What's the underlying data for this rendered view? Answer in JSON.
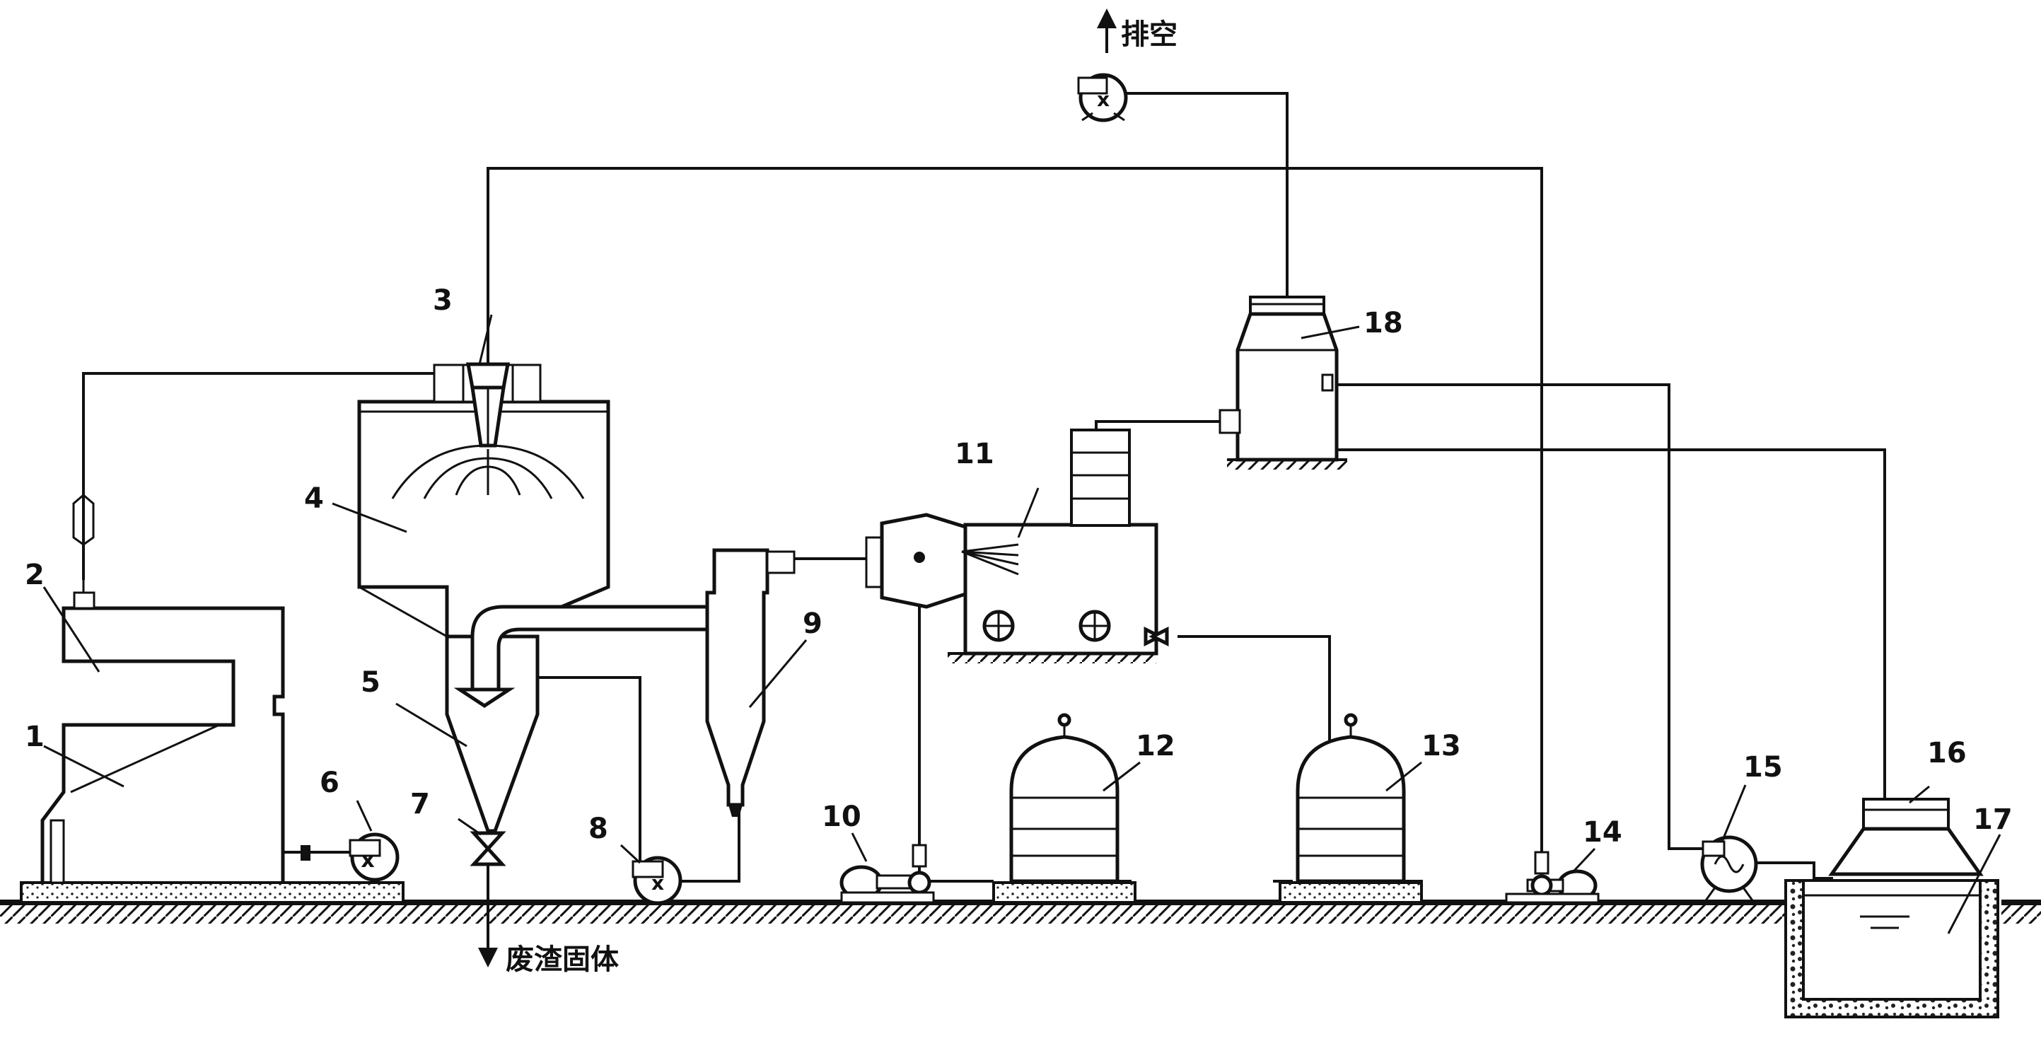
{
  "labels": {
    "n1": "1",
    "n2": "2",
    "n3": "3",
    "n4": "4",
    "n5": "5",
    "n6": "6",
    "n7": "7",
    "n8": "8",
    "n9": "9",
    "n10": "10",
    "n11": "11",
    "n12": "12",
    "n13": "13",
    "n14": "14",
    "n15": "15",
    "n16": "16",
    "n17": "17",
    "n18": "18"
  },
  "captions": {
    "vent": "排空",
    "solid_waste": "废渣固体"
  }
}
